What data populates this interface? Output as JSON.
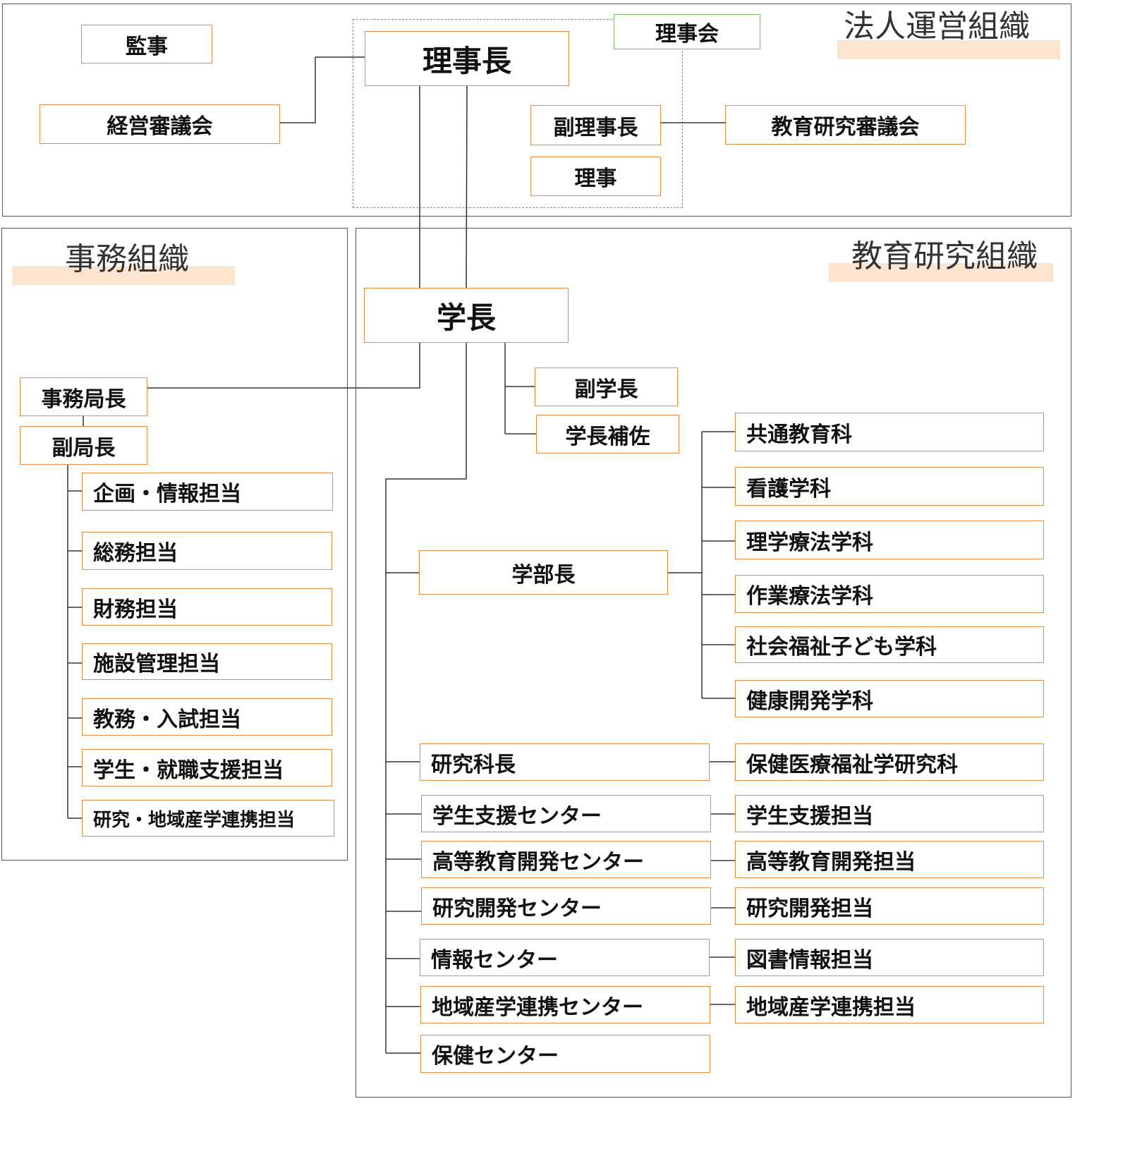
{
  "sections": {
    "corporate": "法人運営組織",
    "admin": "事務組織",
    "education": "教育研究組織"
  },
  "corporate": {
    "auditor": "監事",
    "chairman": "理事長",
    "board": "理事会",
    "management_council": "経営審議会",
    "vice_chairman": "副理事長",
    "director": "理事",
    "education_council": "教育研究審議会"
  },
  "admin": {
    "secretary_general": "事務局長",
    "deputy_director": "副局長",
    "departments": [
      "企画・情報担当",
      "総務担当",
      "財務担当",
      "施設管理担当",
      "教務・入試担当",
      "学生・就職支援担当",
      "研究・地域産学連携担当"
    ]
  },
  "education": {
    "president": "学長",
    "vice_president": "副学長",
    "president_assistant": "学長補佐",
    "dean": "学部長",
    "faculties": [
      "共通教育科",
      "看護学科",
      "理学療法学科",
      "作業療法学科",
      "社会福祉子ども学科",
      "健康開発学科"
    ],
    "units": [
      {
        "left": "研究科長",
        "right": "保健医療福祉学研究科"
      },
      {
        "left": "学生支援センター",
        "right": "学生支援担当"
      },
      {
        "left": "高等教育開発センター",
        "right": "高等教育開発担当"
      },
      {
        "left": "研究開発センター",
        "right": "研究開発担当"
      },
      {
        "left": "情報センター",
        "right": "図書情報担当"
      },
      {
        "left": "地域産学連携センター",
        "right": "地域産学連携担当"
      },
      {
        "left": "保健センター",
        "right": ""
      }
    ]
  }
}
